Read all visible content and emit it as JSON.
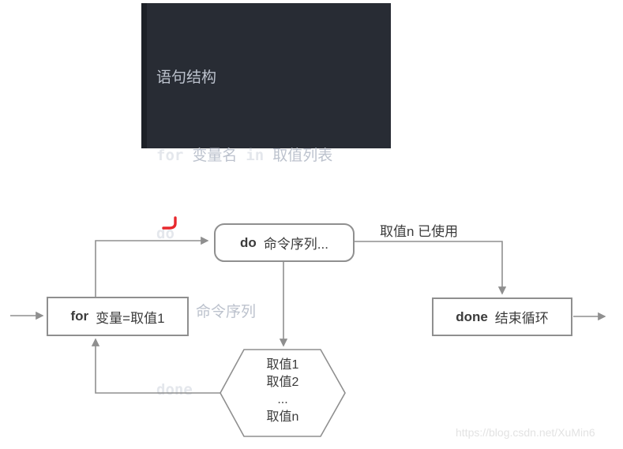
{
  "code_block": {
    "title_line": "语句结构",
    "for_keyword": "for",
    "for_var": "变量名",
    "in_keyword": "in",
    "value_list": "取值列表",
    "do_keyword": "do",
    "body_line": "命令序列",
    "done_keyword": "done"
  },
  "flowchart": {
    "for_node": {
      "keyword": "for",
      "label": "变量=取值1"
    },
    "do_node": {
      "keyword": "do",
      "label": "命令序列..."
    },
    "done_node": {
      "keyword": "done",
      "label": "结束循环"
    },
    "values_node": {
      "lines": [
        "取值1",
        "取值2",
        "...",
        "取值n"
      ]
    },
    "edge_label": "取值n 已使用"
  },
  "watermark": "https://blog.csdn.net/XuMin6",
  "colors": {
    "line_gray": "#8f8f8f",
    "node_border": "#8f8f8f",
    "node_text": "#3b3b3b",
    "code_bg": "#282c34",
    "code_gutter": "#1d2127",
    "code_text": "#bcc2cd",
    "code_keyword": "#e4e7ec",
    "annotation_red": "#e8282d",
    "watermark_gray": "#e3e3e3"
  }
}
